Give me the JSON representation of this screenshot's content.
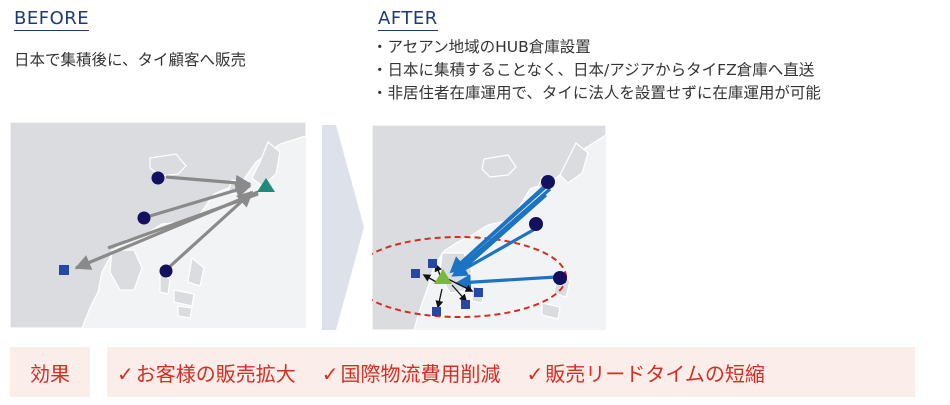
{
  "before": {
    "heading": "BEFORE",
    "description": "日本で集積後に、タイ顧客へ販売"
  },
  "after": {
    "heading": "AFTER",
    "points": [
      "アセアン地域のHUB倉庫設置",
      "日本に集積することなく、日本/アジアからタイFZ倉庫へ直送",
      "非居住者在庫運用で、タイに法人を設置せずに在庫運用が可能"
    ]
  },
  "effects": {
    "label": "効果",
    "check_mark": "✓",
    "items": [
      "お客様の販売拡大",
      "国際物流費用削減",
      "販売リードタイムの短縮"
    ]
  },
  "colors": {
    "heading": "#1f3a78",
    "effect_text": "#d32e24",
    "effect_bg": "#fbeeea",
    "map_sea": "#f2f3f5",
    "map_land": "#dadcdf",
    "supplier_dot": "#141060",
    "customer_square": "#2547a6",
    "japan_triangle": "#1e8a7c",
    "hub_triangle": "#79b83a",
    "before_arrow": "#8a8a8a",
    "after_arrow": "#1c73c2",
    "hub_circle": "#d32e24",
    "transition_arrow": "#dde2ea"
  },
  "icons": {
    "supplier": "circle",
    "customer": "square",
    "japan_hub": "triangle",
    "thai_hub": "triangle"
  }
}
